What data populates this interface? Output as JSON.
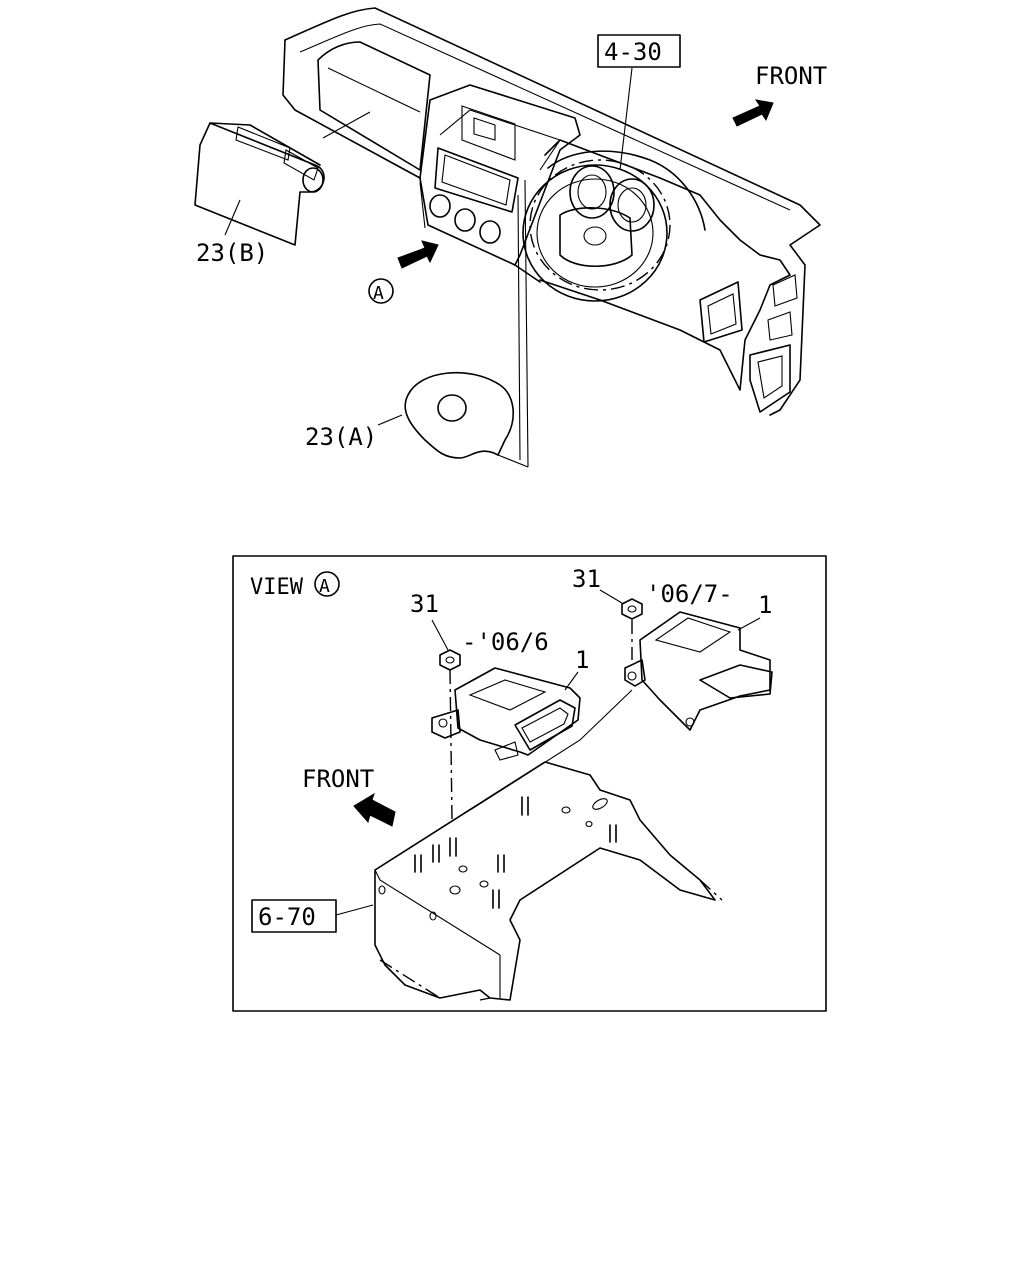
{
  "labels": {
    "ref_4_30": "4-30",
    "front_top": "FRONT",
    "part_23b": "23(B)",
    "view_marker": "A",
    "part_23a": "23(A)",
    "view_title": "VIEW",
    "nut_left": "31",
    "date_left": "-'06/6",
    "module_left": "1",
    "nut_right": "31",
    "date_right": "'06/7-",
    "module_right": "1",
    "front_bottom": "FRONT",
    "ref_6_70": "6-70"
  },
  "icons": {
    "arrows": "front-direction-arrow-icon",
    "circle_marker": "circled-letter-icon"
  }
}
